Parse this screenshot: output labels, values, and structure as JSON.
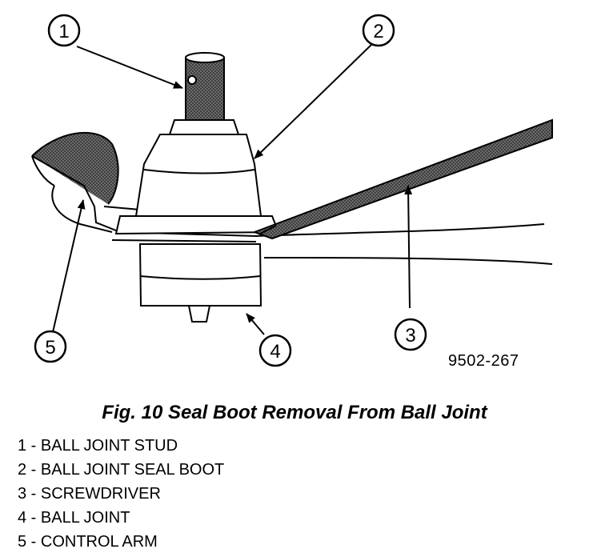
{
  "figure": {
    "code": "9502-267",
    "caption": "Fig. 10 Seal Boot Removal From Ball Joint"
  },
  "callouts": [
    {
      "num": "1",
      "part": "BALL JOINT STUD"
    },
    {
      "num": "2",
      "part": "BALL JOINT SEAL BOOT"
    },
    {
      "num": "3",
      "part": "SCREWDRIVER"
    },
    {
      "num": "4",
      "part": "BALL JOINT"
    },
    {
      "num": "5",
      "part": "CONTROL ARM"
    }
  ],
  "legend": [
    "1 - BALL JOINT STUD",
    "2 - BALL JOINT SEAL BOOT",
    "3 - SCREWDRIVER",
    "4 - BALL JOINT",
    "5 - CONTROL ARM"
  ]
}
